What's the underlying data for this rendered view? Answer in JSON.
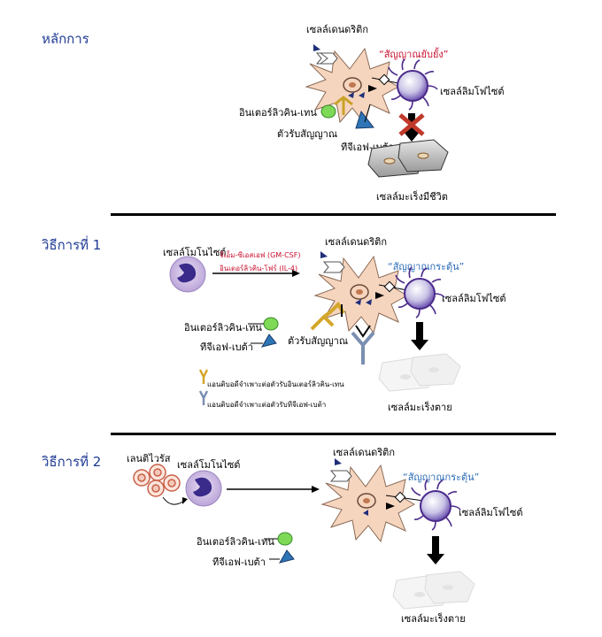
{
  "sections": {
    "principle": {
      "heading": "หลักการ",
      "dendritic_cell": "เซลล์เดนดริติก",
      "signal": "“สัญญาณยับยั้ง”",
      "lymphocyte": "เซลล์ลิมโฟไซต์",
      "interleukin": "อินเตอร์ลิวคิน-เทน",
      "receptor": "ตัวรับสัญญาณ",
      "tgf": "ทีจีเอฟ-เบต้า",
      "cancer_cell": "เซลล์มะเร็งมีชีวิต"
    },
    "method1": {
      "heading": "วิธีการที่ 1",
      "monocyte": "เซลล์โมโนไซต์",
      "gmcsf": "จีเอ็ม-ซีเอสเอฟ (GM-CSF)",
      "il4": "อินเตอร์ลิวคิน-โฟร์ (IL-4)",
      "dendritic_cell": "เซลล์เดนดริติก",
      "signal": "“สัญญาณกระตุ้น”",
      "lymphocyte": "เซลล์ลิมโฟไซต์",
      "interleukin": "อินเตอร์ลิวคิน-เทน",
      "tgf": "ทีจีเอฟ-เบต้า",
      "receptor": "ตัวรับสัญญาณ",
      "antibody_il10": "แอนติบอดีจำเพาะต่อตัวรับอินเตอร์ลิวคิน-เทน",
      "antibody_tgf": "แอนติบอดีจำเพาะต่อตัวรับทีจีเอฟ-เบต้า",
      "cancer_cell": "เซลล์มะเร็งตาย"
    },
    "method2": {
      "heading": "วิธีการที่ 2",
      "lentivirus": "เลนติไวรัส",
      "monocyte": "เซลล์โมโนไซต์",
      "dendritic_cell": "เซลล์เดนดริติก",
      "signal": "“สัญญาณกระตุ้น”",
      "lymphocyte": "เซลล์ลิมโฟไซต์",
      "interleukin": "อินเตอร์ลิวคิน-เทน",
      "tgf": "ทีจีเอฟ-เบต้า",
      "cancer_cell": "เซลล์มะเร็งตาย"
    }
  },
  "colors": {
    "heading": "#1f3a93",
    "inhibit_signal": "#c8102e",
    "activate_signal": "#2a6bb5",
    "dendritic_fill": "#f6d5bf",
    "il10_ball": "#7ed957",
    "tgf_triangle": "#2e75b6",
    "cross": "#c0392b",
    "lymphocyte": "#4b2a8a"
  }
}
